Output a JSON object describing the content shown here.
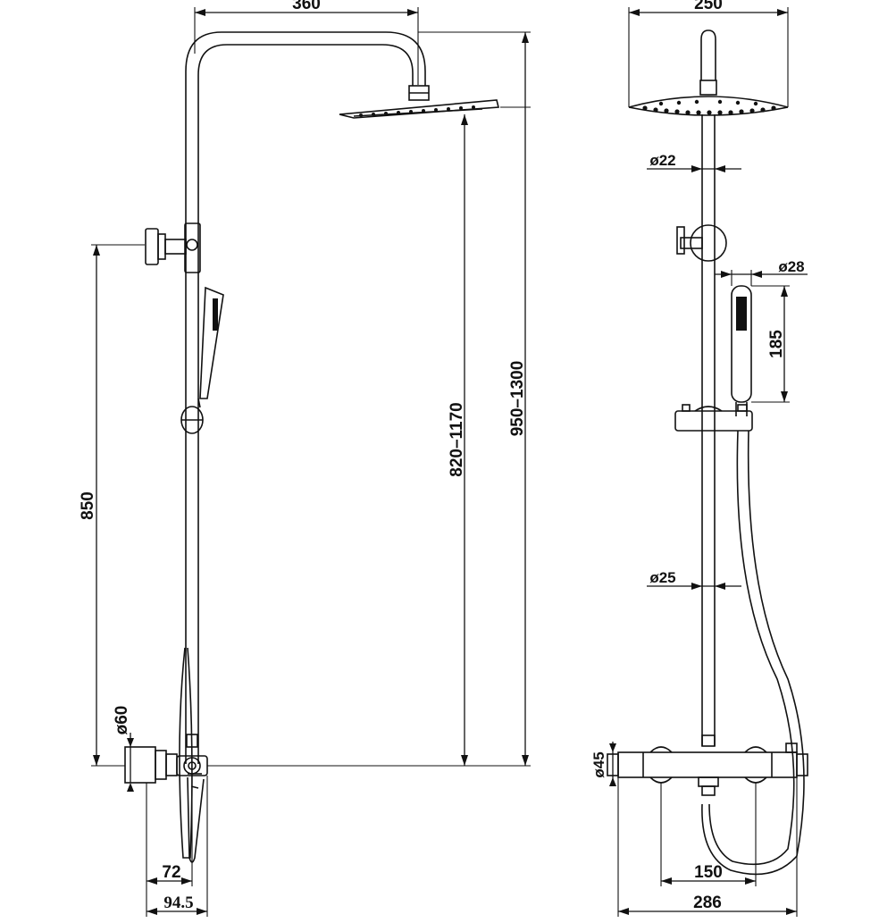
{
  "side_view": {
    "width_top": "360",
    "height_range": "950–1300",
    "head_height_range": "820–1170",
    "holder_height": "850",
    "wall_dia": "ø60",
    "wall_offset": "72",
    "wall_depth": "94.5"
  },
  "front_view": {
    "head_dia": "250",
    "riser_upper_dia": "ø22",
    "handset_dia": "ø28",
    "handset_length": "185",
    "riser_lower_dia": "ø25",
    "valve_dia": "ø45",
    "inlet_centers": "150",
    "valve_width": "286"
  }
}
